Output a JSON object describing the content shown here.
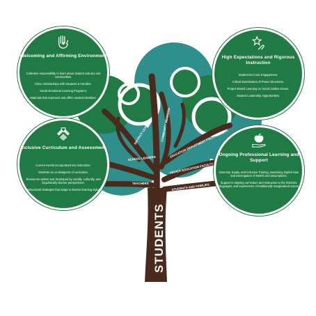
{
  "trunk_label": "STUDENTS",
  "branch_labels": {
    "district_leaders": "DISTRICT LEADERS",
    "community_members": "COMMUNITY MEMBERS",
    "education_department_policymakers": "EDUCATION DEPARTMENT POLICYMAKERS",
    "school_leaders": "SCHOOL LEADERS",
    "higher_education_faculty": "HIGHER EDUCATION FACULTY",
    "teachers": "TEACHERS",
    "students_and_families": "STUDENTS AND FAMILIES"
  },
  "panels": [
    {
      "icon": "heart-hand-icon",
      "title": "Welcoming and Affirming Environment",
      "items": [
        "Collective responsibility to learn about student cultures and communities.",
        "Close relationships with Students & Families.",
        "Social-Emotional Learning Programs.",
        "Materials that represent and affirm student identities."
      ]
    },
    {
      "icon": "star-hand-icon",
      "title": "High Expectations and Rigorous Instruction",
      "items": [
        "Student-led Civic Engagement.",
        "Critical Examination of Power Structures.",
        "Project-Based Learning on Social Justice Issues.",
        "Student Leadership Opportunities."
      ]
    },
    {
      "icon": "diverse-hands-icon",
      "title": "Inclusive Curriculum and Assessment",
      "items": [
        "Current events incorporated into instruction.",
        "Students as co-designers of curriculum.",
        "Resources written and developed by racially, culturally, and linguistically diverse perspectives.",
        "Instructional strategies that adapt to diverse learning styles."
      ]
    },
    {
      "icon": "apple-hand-icon",
      "title": "Ongoing Professional Learning and Support",
      "items": [
        "Diversity, Equity, and Inclusive Training, examining implicit bias and interrogation of beliefs and assumptions.",
        "Support in aligning curriculum and instruction to the histories, languages, and experiences of traditionally marginalized voices."
      ]
    }
  ],
  "colors": {
    "primary_green": "#1f7a43",
    "teal": "#2e8f8c",
    "trunk_brown": "#4a2a1c",
    "white": "#ffffff"
  }
}
